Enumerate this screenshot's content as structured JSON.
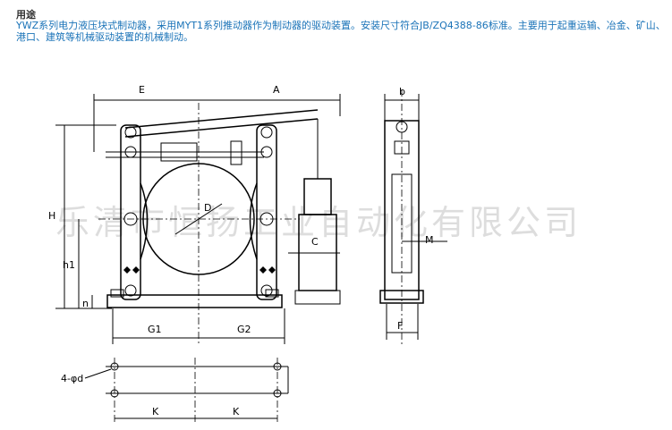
{
  "heading": "用途",
  "description": "YWZ系列电力液压块式制动器，采用MYT1系列推动器作为制动器的驱动装置。安装尺寸符合JB/ZQ4388-86标准。主要用于起重运输、冶金、矿山、港口、建筑等机械驱动装置的机械制动。",
  "watermark": "乐清市恒扬工业自动化有限公司",
  "dimensions": {
    "E": "E",
    "A": "A",
    "H": "H",
    "h1": "h1",
    "n": "n",
    "D": "D",
    "C": "C",
    "G1": "G1",
    "G2": "G2",
    "b": "b",
    "M": "M",
    "F": "F",
    "hole": "4-φd",
    "K1": "K",
    "K2": "K"
  }
}
